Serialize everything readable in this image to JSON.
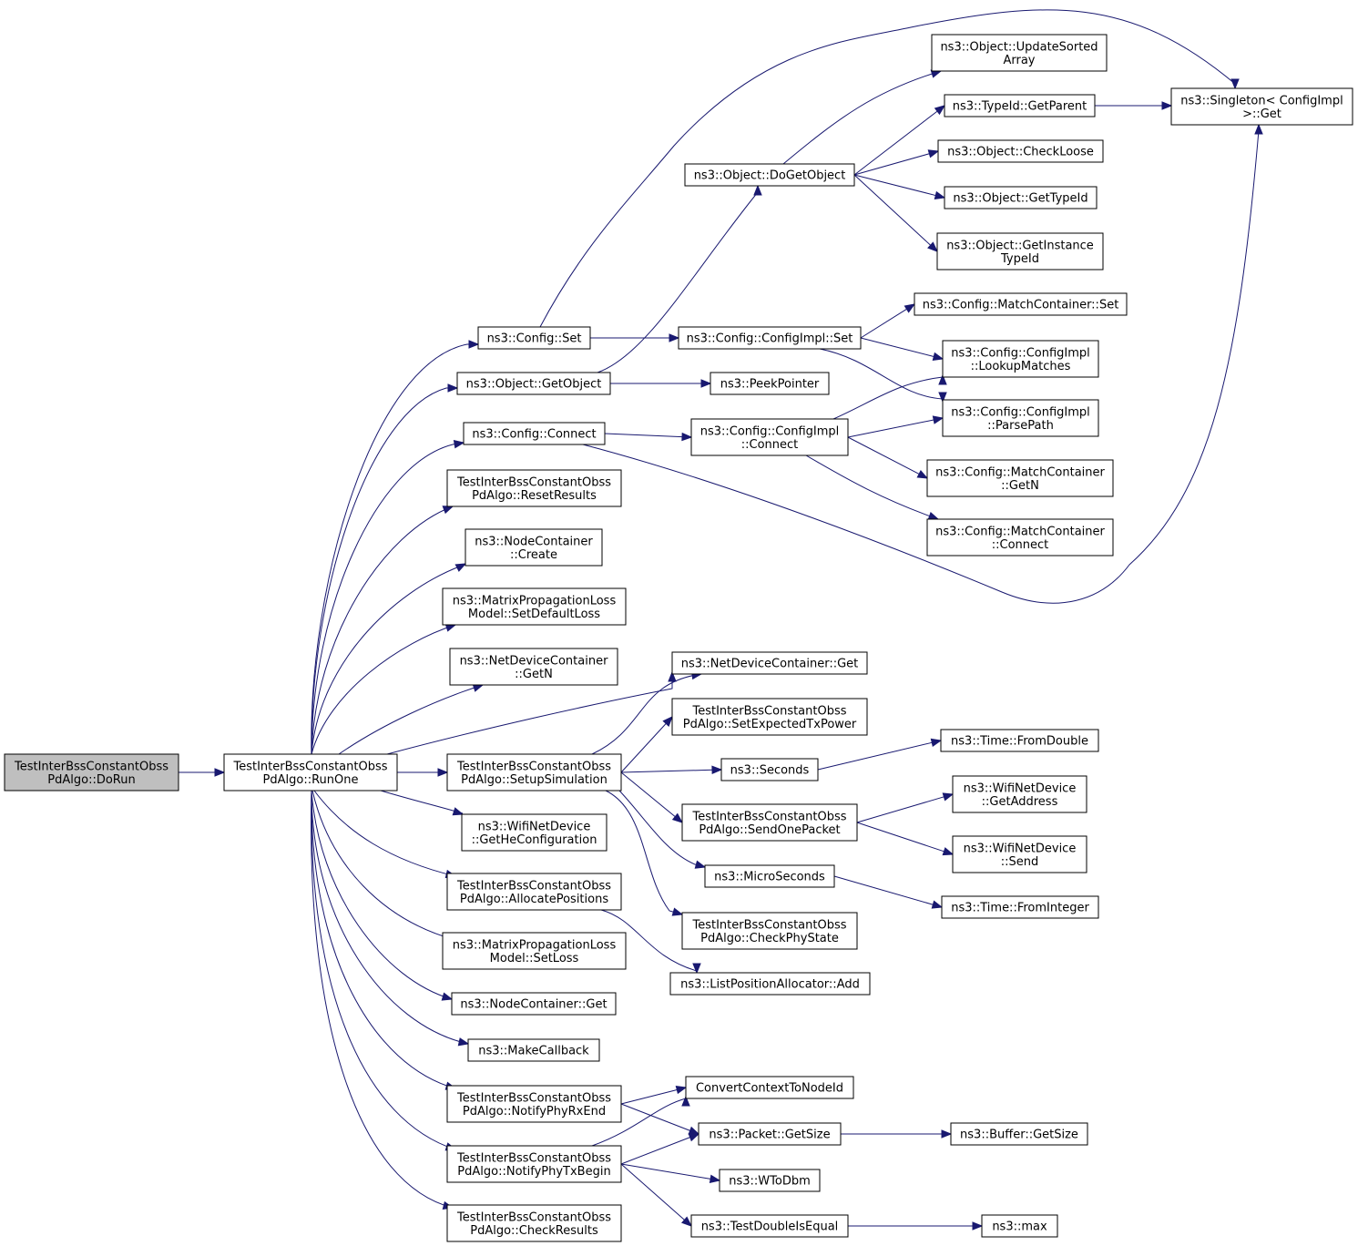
{
  "colors": {
    "edge": "#191970",
    "root_fill": "#bfbfbf",
    "normal_border": "#000000",
    "truncated_border": "#ff0000",
    "node_fill": "#ffffff"
  },
  "nodes": [
    {
      "id": "n0",
      "lines": [
        "TestInterBssConstantObss",
        "PdAlgo::DoRun"
      ],
      "style": "root"
    },
    {
      "id": "n1",
      "lines": [
        "TestInterBssConstantObss",
        "PdAlgo::RunOne"
      ],
      "style": "normal"
    },
    {
      "id": "n2",
      "lines": [
        "ns3::Config::Set"
      ],
      "style": "normal"
    },
    {
      "id": "n3",
      "lines": [
        "ns3::Object::GetObject"
      ],
      "style": "normal"
    },
    {
      "id": "n4",
      "lines": [
        "ns3::Config::Connect"
      ],
      "style": "normal"
    },
    {
      "id": "n5",
      "lines": [
        "TestInterBssConstantObss",
        "PdAlgo::ResetResults"
      ],
      "style": "normal"
    },
    {
      "id": "n6",
      "lines": [
        "ns3::NodeContainer",
        "::Create"
      ],
      "style": "normal"
    },
    {
      "id": "n7",
      "lines": [
        "ns3::MatrixPropagationLoss",
        "Model::SetDefaultLoss"
      ],
      "style": "normal"
    },
    {
      "id": "n8",
      "lines": [
        "ns3::NetDeviceContainer",
        "::GetN"
      ],
      "style": "normal"
    },
    {
      "id": "n9",
      "lines": [
        "TestInterBssConstantObss",
        "PdAlgo::SetupSimulation"
      ],
      "style": "normal"
    },
    {
      "id": "n10",
      "lines": [
        "ns3::WifiNetDevice",
        "::GetHeConfiguration"
      ],
      "style": "normal"
    },
    {
      "id": "n11",
      "lines": [
        "TestInterBssConstantObss",
        "PdAlgo::AllocatePositions"
      ],
      "style": "normal"
    },
    {
      "id": "n12",
      "lines": [
        "ns3::MatrixPropagationLoss",
        "Model::SetLoss"
      ],
      "style": "normal"
    },
    {
      "id": "n13",
      "lines": [
        "ns3::NodeContainer::Get"
      ],
      "style": "normal"
    },
    {
      "id": "n14",
      "lines": [
        "ns3::MakeCallback"
      ],
      "style": "normal"
    },
    {
      "id": "n15",
      "lines": [
        "TestInterBssConstantObss",
        "PdAlgo::NotifyPhyRxEnd"
      ],
      "style": "normal"
    },
    {
      "id": "n16",
      "lines": [
        "TestInterBssConstantObss",
        "PdAlgo::NotifyPhyTxBegin"
      ],
      "style": "normal"
    },
    {
      "id": "n17",
      "lines": [
        "TestInterBssConstantObss",
        "PdAlgo::CheckResults"
      ],
      "style": "normal"
    },
    {
      "id": "n18",
      "lines": [
        "ns3::Singleton< ConfigImpl",
        " >::Get"
      ],
      "style": "normal"
    },
    {
      "id": "n19",
      "lines": [
        "ns3::Config::ConfigImpl::Set"
      ],
      "style": "normal"
    },
    {
      "id": "n20",
      "lines": [
        "ns3::Object::DoGetObject"
      ],
      "style": "normal"
    },
    {
      "id": "n21",
      "lines": [
        "ns3::PeekPointer"
      ],
      "style": "normal"
    },
    {
      "id": "n22",
      "lines": [
        "ns3::Config::ConfigImpl",
        "::Connect"
      ],
      "style": "normal"
    },
    {
      "id": "n23",
      "lines": [
        "ns3::NetDeviceContainer::Get"
      ],
      "style": "normal"
    },
    {
      "id": "n24",
      "lines": [
        "TestInterBssConstantObss",
        "PdAlgo::SetExpectedTxPower"
      ],
      "style": "normal"
    },
    {
      "id": "n25",
      "lines": [
        "ns3::Seconds"
      ],
      "style": "normal"
    },
    {
      "id": "n26",
      "lines": [
        "TestInterBssConstantObss",
        "PdAlgo::SendOnePacket"
      ],
      "style": "normal"
    },
    {
      "id": "n27",
      "lines": [
        "ns3::MicroSeconds"
      ],
      "style": "normal"
    },
    {
      "id": "n28",
      "lines": [
        "TestInterBssConstantObss",
        "PdAlgo::CheckPhyState"
      ],
      "style": "truncated"
    },
    {
      "id": "n29",
      "lines": [
        "ns3::ListPositionAllocator::Add"
      ],
      "style": "normal"
    },
    {
      "id": "n30",
      "lines": [
        "ConvertContextToNodeId"
      ],
      "style": "normal"
    },
    {
      "id": "n31",
      "lines": [
        "ns3::Packet::GetSize"
      ],
      "style": "normal"
    },
    {
      "id": "n32",
      "lines": [
        "ns3::WToDbm"
      ],
      "style": "normal"
    },
    {
      "id": "n33",
      "lines": [
        "ns3::TestDoubleIsEqual"
      ],
      "style": "normal"
    },
    {
      "id": "n34",
      "lines": [
        "ns3::Object::UpdateSorted",
        "Array"
      ],
      "style": "normal"
    },
    {
      "id": "n35",
      "lines": [
        "ns3::TypeId::GetParent"
      ],
      "style": "truncated"
    },
    {
      "id": "n36",
      "lines": [
        "ns3::Object::CheckLoose"
      ],
      "style": "truncated"
    },
    {
      "id": "n37",
      "lines": [
        "ns3::Object::GetTypeId"
      ],
      "style": "truncated"
    },
    {
      "id": "n38",
      "lines": [
        "ns3::Object::GetInstance",
        "TypeId"
      ],
      "style": "normal"
    },
    {
      "id": "n39",
      "lines": [
        "ns3::Config::MatchContainer::Set"
      ],
      "style": "truncated"
    },
    {
      "id": "n40",
      "lines": [
        "ns3::Config::ConfigImpl",
        "::LookupMatches"
      ],
      "style": "normal"
    },
    {
      "id": "n41",
      "lines": [
        "ns3::Config::ConfigImpl",
        "::ParsePath"
      ],
      "style": "normal"
    },
    {
      "id": "n42",
      "lines": [
        "ns3::Config::MatchContainer",
        "::GetN"
      ],
      "style": "normal"
    },
    {
      "id": "n43",
      "lines": [
        "ns3::Config::MatchContainer",
        "::Connect"
      ],
      "style": "normal"
    },
    {
      "id": "n44",
      "lines": [
        "ns3::Time::FromDouble"
      ],
      "style": "truncated"
    },
    {
      "id": "n45",
      "lines": [
        "ns3::WifiNetDevice",
        "::GetAddress"
      ],
      "style": "normal"
    },
    {
      "id": "n46",
      "lines": [
        "ns3::WifiNetDevice",
        "::Send"
      ],
      "style": "truncated"
    },
    {
      "id": "n47",
      "lines": [
        "ns3::Time::FromInteger"
      ],
      "style": "truncated"
    },
    {
      "id": "n48",
      "lines": [
        "ns3::Buffer::GetSize"
      ],
      "style": "normal"
    },
    {
      "id": "n49",
      "lines": [
        "ns3::max"
      ],
      "style": "normal"
    }
  ],
  "edges": [
    {
      "from": "n0",
      "to": "n1"
    },
    {
      "from": "n1",
      "to": "n2"
    },
    {
      "from": "n1",
      "to": "n3"
    },
    {
      "from": "n1",
      "to": "n4"
    },
    {
      "from": "n1",
      "to": "n5"
    },
    {
      "from": "n1",
      "to": "n6"
    },
    {
      "from": "n1",
      "to": "n7"
    },
    {
      "from": "n1",
      "to": "n8"
    },
    {
      "from": "n1",
      "to": "n9"
    },
    {
      "from": "n1",
      "to": "n10"
    },
    {
      "from": "n1",
      "to": "n11"
    },
    {
      "from": "n1",
      "to": "n12"
    },
    {
      "from": "n1",
      "to": "n13"
    },
    {
      "from": "n1",
      "to": "n14"
    },
    {
      "from": "n1",
      "to": "n15"
    },
    {
      "from": "n1",
      "to": "n16"
    },
    {
      "from": "n1",
      "to": "n17"
    },
    {
      "from": "n1",
      "to": "n23"
    },
    {
      "from": "n2",
      "to": "n18"
    },
    {
      "from": "n2",
      "to": "n19"
    },
    {
      "from": "n3",
      "to": "n20"
    },
    {
      "from": "n3",
      "to": "n21"
    },
    {
      "from": "n4",
      "to": "n22"
    },
    {
      "from": "n4",
      "to": "n18"
    },
    {
      "from": "n9",
      "to": "n23"
    },
    {
      "from": "n9",
      "to": "n24"
    },
    {
      "from": "n9",
      "to": "n25"
    },
    {
      "from": "n9",
      "to": "n26"
    },
    {
      "from": "n9",
      "to": "n27"
    },
    {
      "from": "n9",
      "to": "n28"
    },
    {
      "from": "n11",
      "to": "n29"
    },
    {
      "from": "n15",
      "to": "n30"
    },
    {
      "from": "n15",
      "to": "n31"
    },
    {
      "from": "n16",
      "to": "n30"
    },
    {
      "from": "n16",
      "to": "n31"
    },
    {
      "from": "n16",
      "to": "n32"
    },
    {
      "from": "n16",
      "to": "n33"
    },
    {
      "from": "n19",
      "to": "n39"
    },
    {
      "from": "n19",
      "to": "n40"
    },
    {
      "from": "n19",
      "to": "n41"
    },
    {
      "from": "n20",
      "to": "n34"
    },
    {
      "from": "n20",
      "to": "n35"
    },
    {
      "from": "n20",
      "to": "n36"
    },
    {
      "from": "n20",
      "to": "n37"
    },
    {
      "from": "n20",
      "to": "n38"
    },
    {
      "from": "n22",
      "to": "n40"
    },
    {
      "from": "n22",
      "to": "n41"
    },
    {
      "from": "n22",
      "to": "n42"
    },
    {
      "from": "n22",
      "to": "n43"
    },
    {
      "from": "n35",
      "to": "n18"
    },
    {
      "from": "n25",
      "to": "n44"
    },
    {
      "from": "n26",
      "to": "n45"
    },
    {
      "from": "n26",
      "to": "n46"
    },
    {
      "from": "n27",
      "to": "n47"
    },
    {
      "from": "n31",
      "to": "n48"
    },
    {
      "from": "n33",
      "to": "n49"
    }
  ]
}
